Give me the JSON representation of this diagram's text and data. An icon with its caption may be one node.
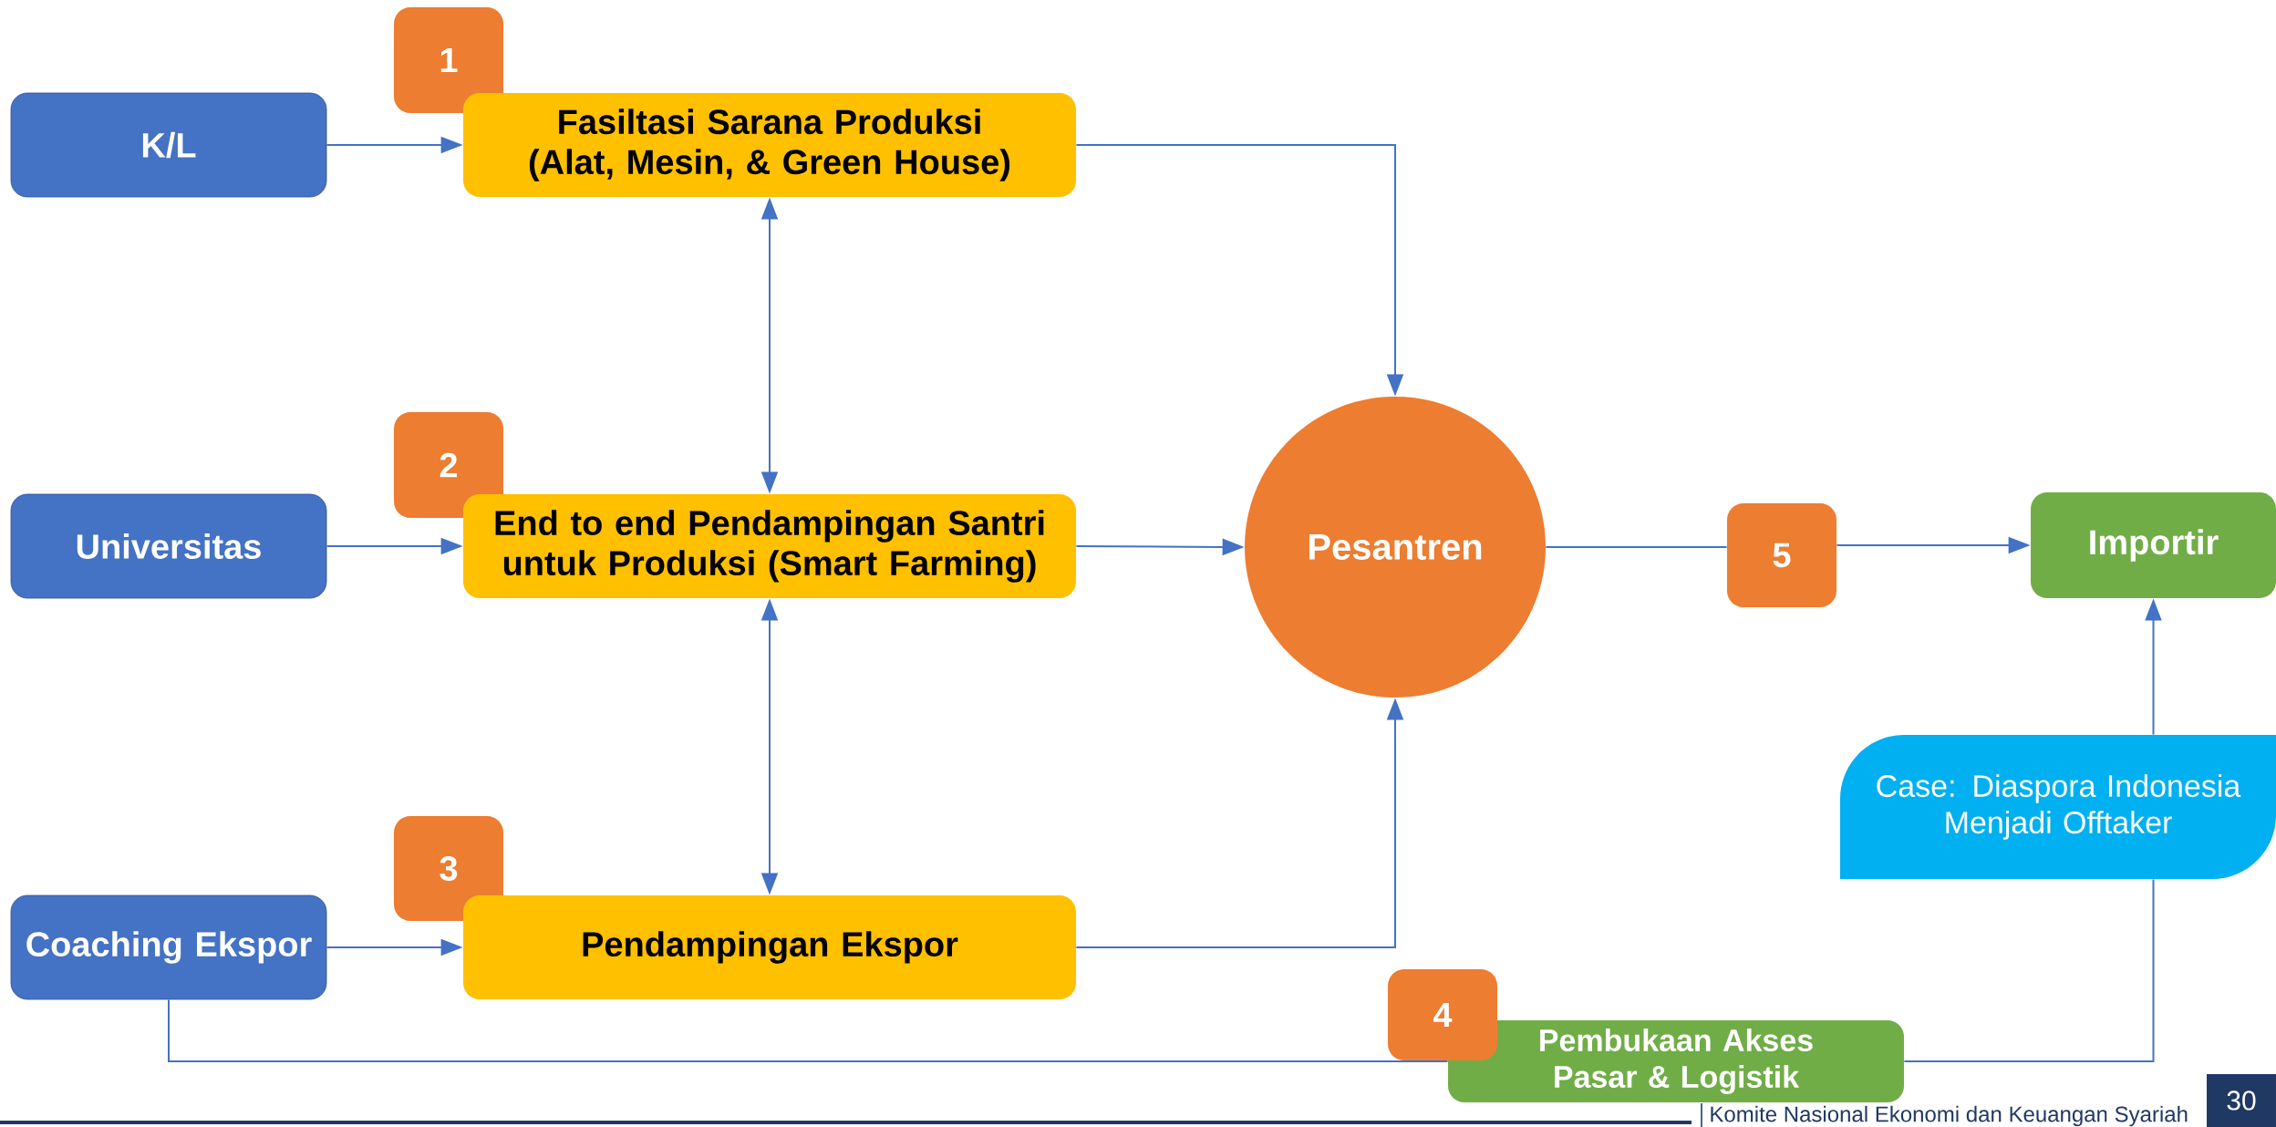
{
  "diagram": {
    "nodes": [
      {
        "text": [
          "1"
        ]
      },
      {
        "text": [
          "K/L"
        ]
      },
      {
        "text": [
          "Fasiltasi Sarana Produksi (Alat, Mesin, & Green House)"
        ]
      },
      {
        "text": [
          "2"
        ]
      },
      {
        "text": [
          "Universitas"
        ]
      },
      {
        "text": [
          "End to end Pendampingan Santri untuk Produksi (Smart Farming)"
        ]
      },
      {
        "text": [
          "Pesantren"
        ]
      },
      {
        "text": [
          "5"
        ]
      },
      {
        "text": [
          "Importir"
        ]
      },
      {
        "text": [
          "Case: Diaspora Indonesia Menjadi Offtaker"
        ]
      },
      {
        "text": [
          "3"
        ]
      },
      {
        "text": [
          "Coaching Ekspor"
        ]
      },
      {
        "text": [
          "Pendampingan Ekspor"
        ]
      },
      {
        "text": [
          "4"
        ]
      },
      {
        "text": [
          "Pembukaan Akses Pasar & Logistik"
        ]
      }
    ],
    "edges": [
      {
        "from": 1,
        "to": 2,
        "arrow": "to"
      },
      {
        "from": 4,
        "to": 5,
        "arrow": "to"
      },
      {
        "from": 11,
        "to": 12,
        "arrow": "to"
      },
      {
        "from": 2,
        "to": 5,
        "arrow": "both"
      },
      {
        "from": 5,
        "to": 12,
        "arrow": "both"
      },
      {
        "from": 2,
        "to": 6,
        "arrow": "to"
      },
      {
        "from": 5,
        "to": 6,
        "arrow": "to"
      },
      {
        "from": 12,
        "to": 6,
        "arrow": "to"
      },
      {
        "from": 6,
        "to": 7,
        "arrow": "none"
      },
      {
        "from": 7,
        "to": 8,
        "arrow": "to"
      },
      {
        "from": 11,
        "to": 14,
        "arrow": "none"
      },
      {
        "from": 14,
        "to": 9,
        "arrow": "none"
      },
      {
        "from": 9,
        "to": 8,
        "arrow": "to"
      }
    ],
    "labels": [
      "Komite Nasional Ekonomi dan Keuangan Syariah",
      "30"
    ]
  }
}
